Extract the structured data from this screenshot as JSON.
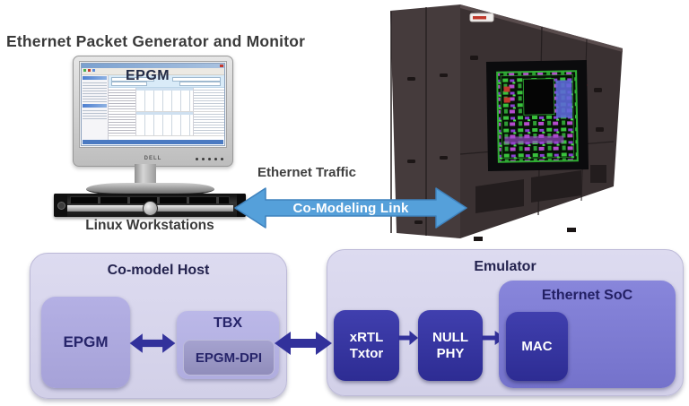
{
  "header": {
    "title": "Ethernet Packet Generator and Monitor"
  },
  "workstation": {
    "screen_app_label": "EPGM",
    "monitor_brand": "DELL",
    "label": "Linux Workstations"
  },
  "link": {
    "traffic_label": "Ethernet Traffic",
    "comodeling_label": "Co-Modeling Link"
  },
  "diagram": {
    "host": {
      "title": "Co-model Host",
      "epgm_label": "EPGM",
      "tbx_label": "TBX",
      "epgm_dpi_label": "EPGM-DPI"
    },
    "emulator": {
      "title": "Emulator",
      "xrtl_line1": "xRTL",
      "xrtl_line2": "Txtor",
      "null_line1": "NULL",
      "null_line2": "PHY",
      "soc_title": "Ethernet SoC",
      "mac_label": "MAC"
    }
  },
  "colors": {
    "link_blue": "#55a0da",
    "indigo": "#32319b",
    "container_lavender": "#d8d6ec",
    "periwinkle_box": "#aeaade",
    "soc_purple": "#7f7dd3",
    "dpi_gray_purple": "#9c99c5",
    "navy_text": "#26246a",
    "heading_gray": "#3a3a3a"
  }
}
